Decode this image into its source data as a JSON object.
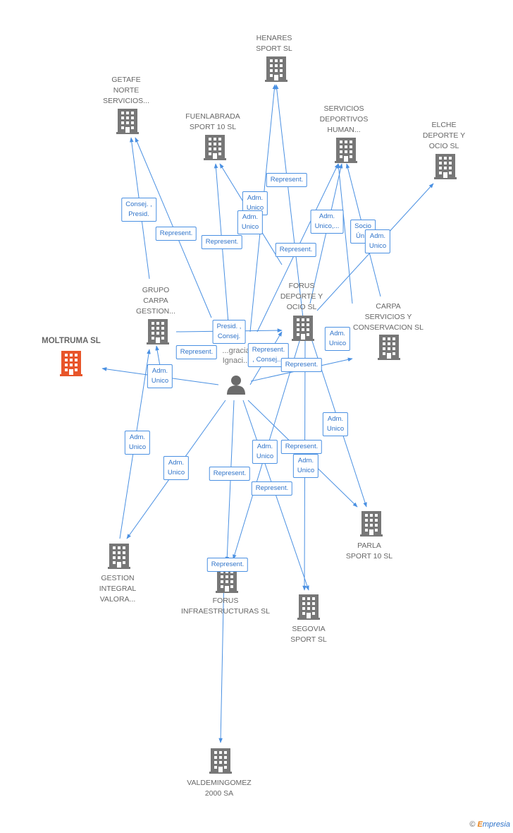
{
  "colors": {
    "edge": "#4a90e2",
    "building": "#777777",
    "highlight": "#e8552a",
    "label_text": "#666666"
  },
  "person": {
    "name": "...gracia\nIgnaci...",
    "icon": "person-icon"
  },
  "nodes": [
    {
      "id": "moltruma",
      "label": "MOLTRUMA SL",
      "highlight": true,
      "icon": "building-icon"
    },
    {
      "id": "henares",
      "label": "HENARES\nSPORT SL",
      "icon": "building-icon"
    },
    {
      "id": "getafe",
      "label": "GETAFE\nNORTE\nSERVICIOS...",
      "icon": "building-icon"
    },
    {
      "id": "fuenlabrada",
      "label": "FUENLABRADA\nSPORT 10 SL",
      "icon": "building-icon"
    },
    {
      "id": "servicios",
      "label": "SERVICIOS\nDEPORTIVOS\nHUMAN...",
      "icon": "building-icon"
    },
    {
      "id": "elche",
      "label": "ELCHE\nDEPORTE Y\nOCIO SL",
      "icon": "building-icon"
    },
    {
      "id": "grupo",
      "label": "GRUPO\nCARPA\nGESTION...",
      "icon": "building-icon"
    },
    {
      "id": "forus_dep",
      "label": "FORUS\nDEPORTE Y\nOCIO SL",
      "icon": "building-icon"
    },
    {
      "id": "carpa",
      "label": "CARPA\nSERVICIOS Y\nCONSERVACION SL",
      "icon": "building-icon"
    },
    {
      "id": "parla",
      "label": "PARLA\nSPORT 10 SL",
      "icon": "building-icon"
    },
    {
      "id": "gestion",
      "label": "GESTION\nINTEGRAL\nVALORA...",
      "icon": "building-icon"
    },
    {
      "id": "forus_inf",
      "label": "FORUS\nINFRAESTRUCTURAS SL",
      "icon": "building-icon"
    },
    {
      "id": "segovia",
      "label": "SEGOVIA\nSPORT SL",
      "icon": "building-icon"
    },
    {
      "id": "valdemingomez",
      "label": "VALDEMINGOMEZ\n2000 SA",
      "icon": "building-icon"
    }
  ],
  "relations": [
    "Consej. ,\nPresid.",
    "Represent.",
    "Represent.",
    "Adm.\nUnico",
    "Represent.",
    "Adm.\nUnico",
    "Adm.\nUnico,...",
    "Socio\nÚn...",
    "Adm.\nUnico",
    "Represent.",
    "Presid. ,\nConsej.",
    "Represent.",
    "Represent.\n, Consej....",
    "Represent.",
    "Adm.\nUnico",
    "Adm.\nUnico",
    "Adm.\nUnico",
    "Adm.\nUnico",
    "Adm.\nUnico",
    "Adm.\nUnico",
    "Represent.",
    "Adm.\nUnico",
    "Represent.",
    "Represent.",
    "Represent."
  ],
  "credit": {
    "copyright": "©",
    "brand_first": "E",
    "brand_rest": "mpresia"
  }
}
